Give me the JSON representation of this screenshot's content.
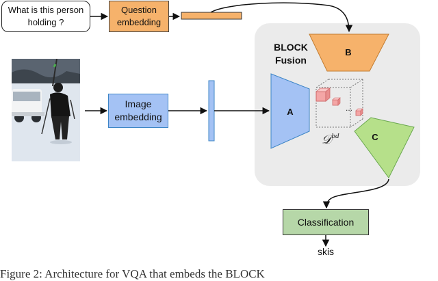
{
  "question": {
    "line1": "What is this person",
    "line2": "holding ?"
  },
  "question_embedding": {
    "line1": "Question",
    "line2": "embedding"
  },
  "image_embedding": {
    "line1": "Image",
    "line2": "embedding"
  },
  "block_fusion": {
    "line1": "BLOCK",
    "line2": "Fusion"
  },
  "factors": {
    "a": "A",
    "b": "B",
    "c": "C"
  },
  "tensor_label": "𝒟",
  "tensor_superscript": "bd",
  "dots": "...",
  "classification": "Classification",
  "answer": "skis",
  "caption_fragment": "Figure 2: Architecture for VQA that embeds the BLOCK",
  "colors": {
    "question_fill": "#f6b26b",
    "image_fill": "#a4c2f4",
    "image_stroke": "#3d85c6",
    "classification_fill": "#b6d7a8",
    "factor_a": "#a4c2f4",
    "factor_b": "#f6b26b",
    "factor_c": "#b6e08a",
    "cube_red": "#f4a6a6",
    "panel": "#ebebeb"
  }
}
